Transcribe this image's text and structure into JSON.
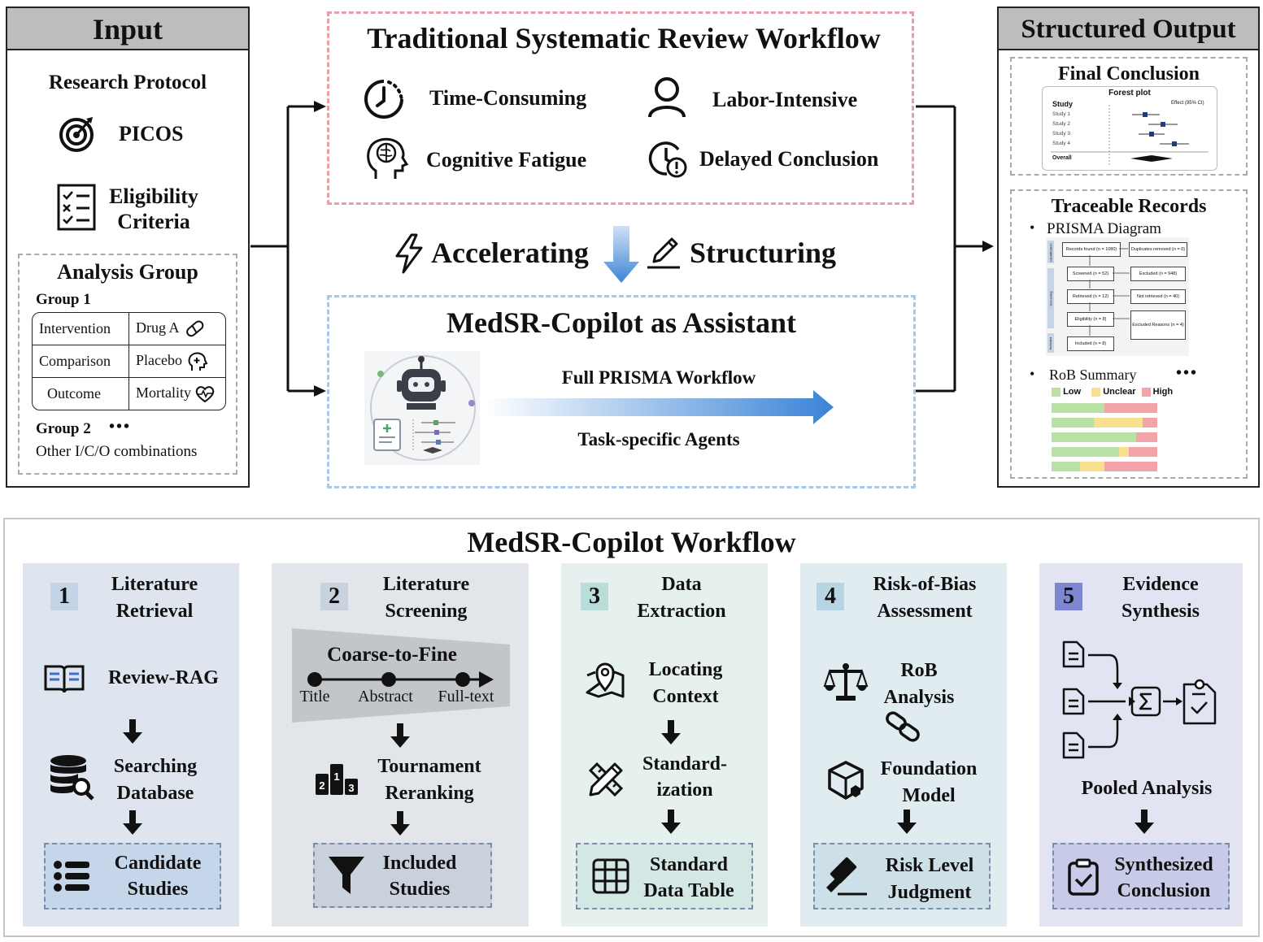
{
  "input": {
    "header": "Input",
    "protocol_title": "Research Protocol",
    "picos": "PICOS",
    "eligibility": [
      "Eligibility",
      "Criteria"
    ],
    "analysis_group_title": "Analysis Group",
    "group1": "Group 1",
    "rows": [
      {
        "role": "Intervention",
        "value": "Drug A"
      },
      {
        "role": "Comparison",
        "value": "Placebo"
      },
      {
        "role": "Outcome",
        "value": "Mortality"
      }
    ],
    "group2": "Group 2",
    "ellipsis": "•••",
    "other": "Other I/C/O combinations"
  },
  "traditional": {
    "title": "Traditional Systematic Review Workflow",
    "items": [
      "Time-Consuming",
      "Labor-Intensive",
      "Cognitive Fatigue",
      "Delayed Conclusion"
    ]
  },
  "middle": {
    "accelerating": "Accelerating",
    "structuring": "Structuring"
  },
  "copilot": {
    "title": "MedSR-Copilot as Assistant",
    "arrow_top": "Full PRISMA Workflow",
    "arrow_bottom": "Task-specific Agents"
  },
  "output": {
    "header": "Structured Output",
    "final_conclusion": "Final Conclusion",
    "forest": {
      "title": "Forest plot",
      "study_header": "Study",
      "effect_header": "Effect (95% CI)",
      "studies": [
        "Study 1",
        "Study 2",
        "Study 3",
        "Study 4"
      ],
      "overall": "Overall"
    },
    "traceable": "Traceable Records",
    "prisma_label": "PRISMA Diagram",
    "prisma": {
      "records": "Records found (n = 1080)",
      "duplicates": "Duplicates removed (n = 0)",
      "screened": "Screened (n = 52)",
      "excluded": "Excluded (n = 948)",
      "retrieved": "Retrieved (n = 12)",
      "not_retrieved": "Not retrieved (n = 40)",
      "eligibility": "Eligibility (n = 8)",
      "reasons": "Excluded Reasons (n = 4)",
      "included": "Included (n = 8)",
      "side": [
        "Identification",
        "Screening",
        "Included"
      ]
    },
    "rob_label": "RoB Summary",
    "rob_ellipsis": "•••",
    "rob_legend": [
      "Low",
      "Unclear",
      "High"
    ],
    "rob_rows": [
      [
        0.5,
        0.0,
        0.5
      ],
      [
        0.4,
        0.46,
        0.14
      ],
      [
        0.8,
        0.0,
        0.2
      ],
      [
        0.64,
        0.09,
        0.27
      ],
      [
        0.27,
        0.23,
        0.5
      ]
    ],
    "colors": {
      "low": "#b9e0a5",
      "unclear": "#f8e08e",
      "high": "#f4a3a8"
    }
  },
  "workflow": {
    "title": "MedSR-Copilot Workflow",
    "steps": [
      {
        "num": "1",
        "title": [
          "Literature",
          "Retrieval"
        ],
        "a": [
          "Review-RAG"
        ],
        "b": [
          "Searching",
          "Database"
        ],
        "out": [
          "Candidate",
          "Studies"
        ],
        "bg": "#dfe5ef",
        "numbg": "#c5d3e6",
        "outbg": "#c6d6ea"
      },
      {
        "num": "2",
        "title": [
          "Literature",
          "Screening"
        ],
        "coarse": "Coarse-to-Fine",
        "stages": [
          "Title",
          "Abstract",
          "Full-text"
        ],
        "b": [
          "Tournament",
          "Reranking"
        ],
        "out": [
          "Included",
          "Studies"
        ],
        "bg": "#e2e5ea",
        "numbg": "#c9d3de",
        "outbg": "#c9d2dc"
      },
      {
        "num": "3",
        "title": [
          "Data",
          "Extraction"
        ],
        "a": [
          "Locating",
          "Context"
        ],
        "b": [
          "Standard-",
          "ization"
        ],
        "out": [
          "Standard",
          "Data Table"
        ],
        "bg": "#e5f0ef",
        "numbg": "#b9ddd8",
        "outbg": "#d3e7e4"
      },
      {
        "num": "4",
        "title": [
          "Risk-of-Bias",
          "Assessment"
        ],
        "a": [
          "RoB",
          "Analysis"
        ],
        "b": [
          "Foundation",
          "Model"
        ],
        "out": [
          "Risk Level",
          "Judgment"
        ],
        "bg": "#e1ecf0",
        "numbg": "#b8d3e2",
        "outbg": "#cde0e8"
      },
      {
        "num": "5",
        "title": [
          "Evidence",
          "Synthesis"
        ],
        "b": [
          "Pooled Analysis"
        ],
        "out": [
          "Synthesized",
          "Conclusion"
        ],
        "bg": "#e3e4f2",
        "numbg": "#7e86cf",
        "outbg": "#c8cbe7"
      }
    ]
  }
}
